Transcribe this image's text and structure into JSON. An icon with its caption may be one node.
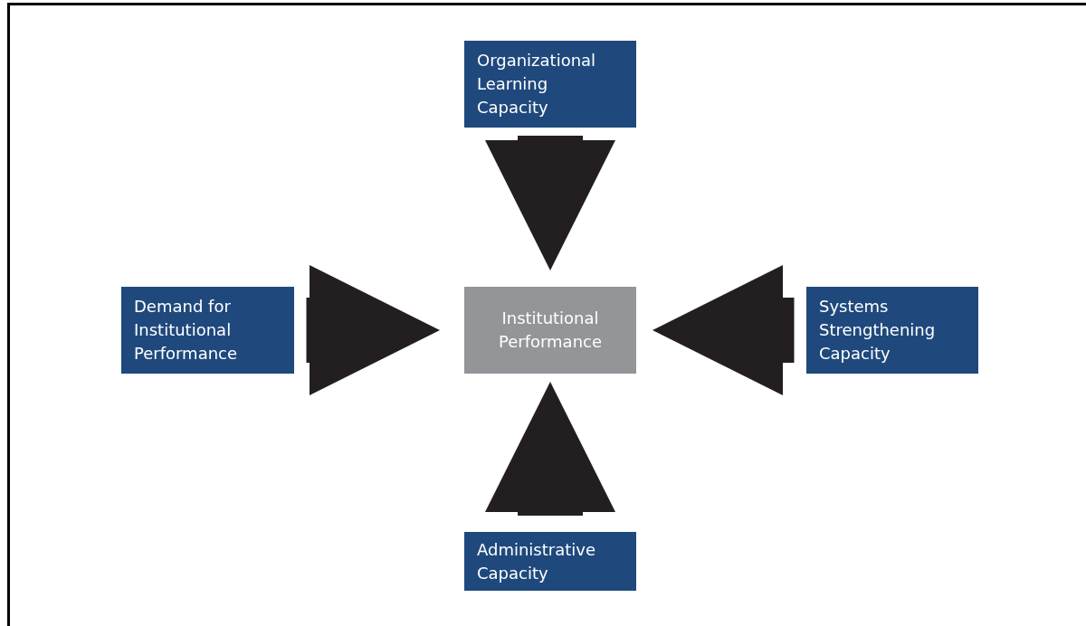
{
  "diagram": {
    "nodes": [
      {
        "text": [
          "Organizational Learning Capacity"
        ]
      },
      {
        "text": [
          "Demand for Institutional Performance"
        ]
      },
      {
        "text": [
          "Institutional Performance"
        ]
      },
      {
        "text": [
          "Systems Strengthening Capacity"
        ]
      },
      {
        "text": [
          "Administrative Capacity"
        ]
      }
    ],
    "edges": [
      {
        "from": 0,
        "to": 2,
        "arrow": "to",
        "style": "thick"
      },
      {
        "from": 1,
        "to": 2,
        "arrow": "to",
        "style": "thick"
      },
      {
        "from": 3,
        "to": 2,
        "arrow": "to",
        "style": "thick"
      },
      {
        "from": 4,
        "to": 2,
        "arrow": "to",
        "style": "thick"
      }
    ]
  }
}
